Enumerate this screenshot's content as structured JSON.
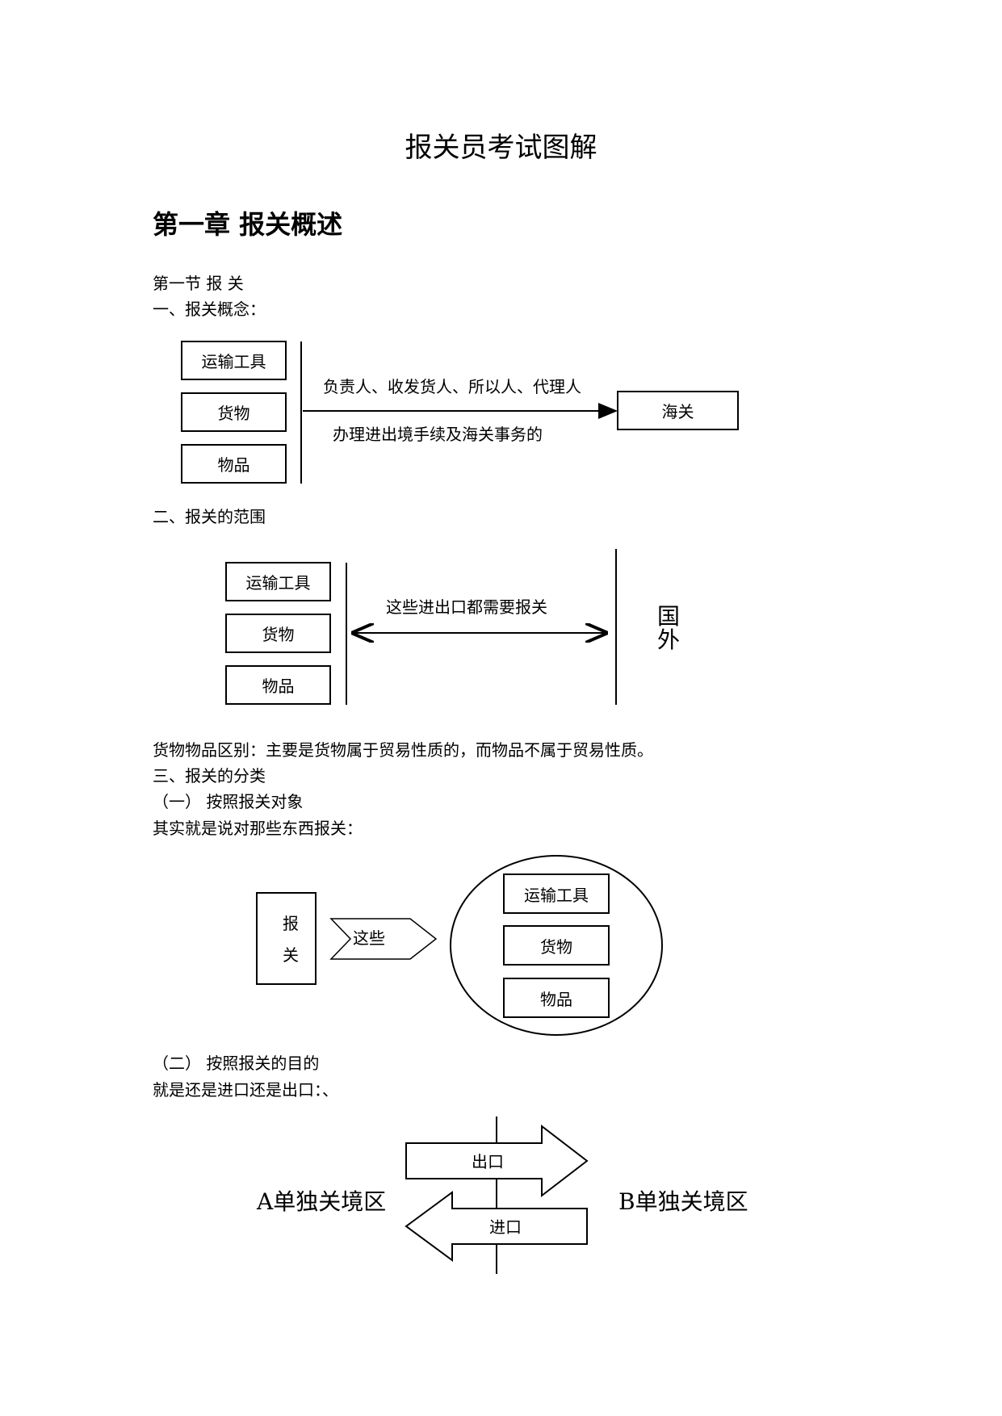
{
  "title": "报关员考试图解",
  "chapter": "第一章 报关概述",
  "section1": "第一节 报 关",
  "heading1": "一、报关概念：",
  "diagram1": {
    "items": [
      "运输工具",
      "货物",
      "物品"
    ],
    "top_label": "负责人、收发货人、所以人、代理人",
    "bottom_label": "办理进出境手续及海关事务的",
    "target": "海关"
  },
  "heading2": "二、报关的范围",
  "diagram2": {
    "items": [
      "运输工具",
      "货物",
      "物品"
    ],
    "label": "这些进出口都需要报关",
    "outside_line1": "国",
    "outside_line2": "外"
  },
  "distinction": "货物物品区别：主要是货物属于贸易性质的，而物品不属于贸易性质。",
  "heading3": "三、报关的分类",
  "sub1": "（一）  按照报关对象",
  "sub1_text": "其实就是说对那些东西报关：",
  "diagram3": {
    "source_line1": "报",
    "source_line2": "关",
    "arrow_label": "这些",
    "items": [
      "运输工具",
      "货物",
      "物品"
    ]
  },
  "sub2": "（二）  按照报关的目的",
  "sub2_text": "就是还是进口还是出口：、",
  "diagram4": {
    "left_area": "A单独关境区",
    "right_area": "B单独关境区",
    "export_label": "出口",
    "import_label": "进口"
  }
}
